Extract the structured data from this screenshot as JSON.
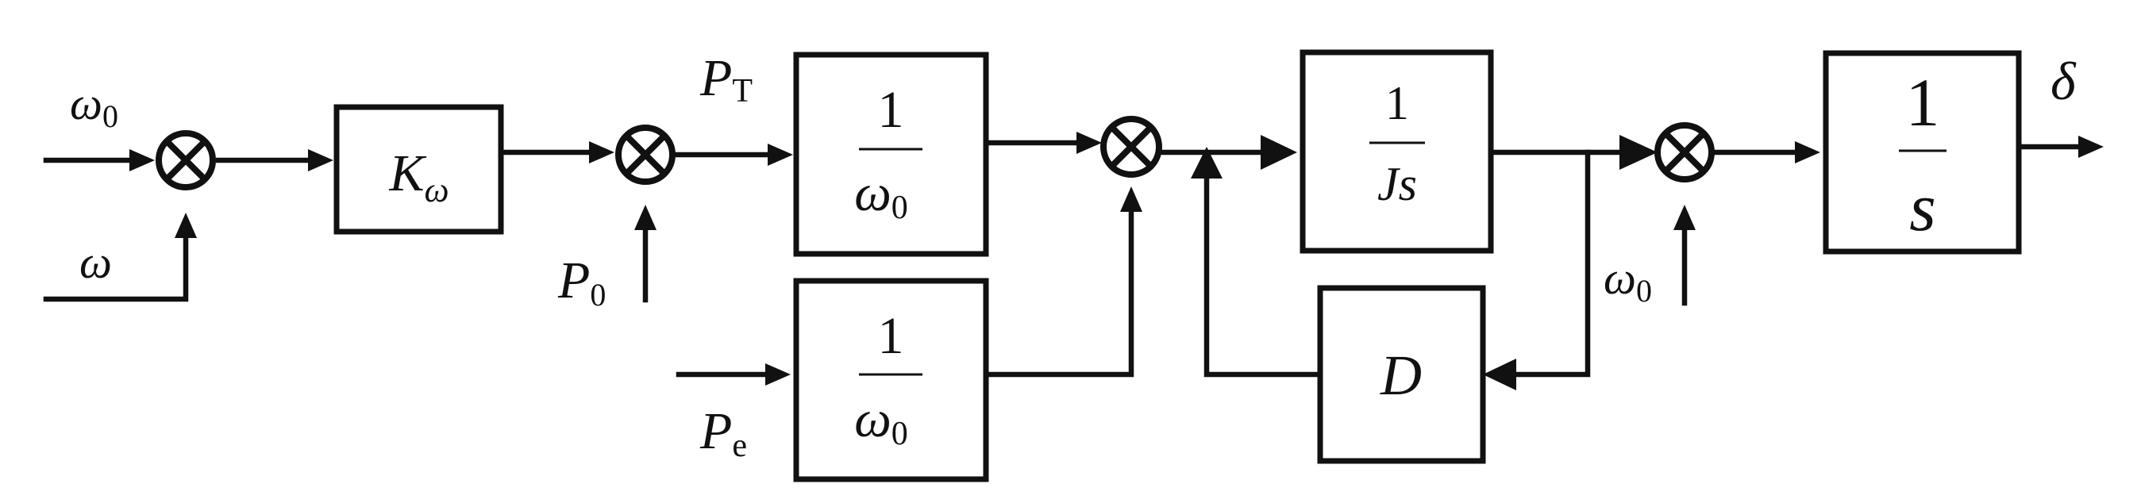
{
  "diagram": {
    "inputs": {
      "omega0_a": {
        "sym": "ω",
        "sub": "0"
      },
      "omega": {
        "sym": "ω"
      },
      "p0": {
        "sym": "P",
        "sub": "0"
      },
      "pt": {
        "sym": "P",
        "sub": "T"
      },
      "pe": {
        "sym": "P",
        "sub": "e"
      },
      "omega0_b": {
        "sym": "ω",
        "sub": "0"
      }
    },
    "blocks": {
      "k_omega": {
        "sym": "K",
        "sub": "ω"
      },
      "inv_omega0_top": {
        "num": "1",
        "den_sym": "ω",
        "den_sub": "0"
      },
      "inv_omega0_bottom": {
        "num": "1",
        "den_sym": "ω",
        "den_sub": "0"
      },
      "inv_js": {
        "num": "1",
        "den": "Js"
      },
      "damping": {
        "label": "D"
      },
      "integrator": {
        "num": "1",
        "den": "s"
      }
    },
    "output": {
      "sym": "δ"
    }
  }
}
